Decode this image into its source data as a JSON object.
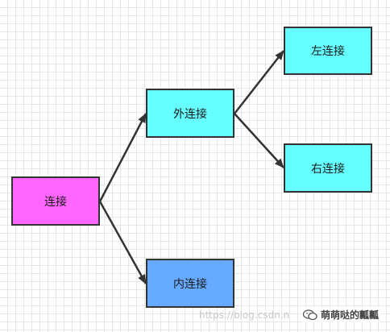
{
  "nodes": {
    "root": {
      "label": "连接",
      "color": "#ff66ff"
    },
    "outer": {
      "label": "外连接",
      "color": "#66ffff"
    },
    "left": {
      "label": "左连接",
      "color": "#66ffff"
    },
    "right": {
      "label": "右连接",
      "color": "#66ffff"
    },
    "inner": {
      "label": "内连接",
      "color": "#66aaff"
    }
  },
  "edges": [
    {
      "from": "root",
      "to": "outer"
    },
    {
      "from": "root",
      "to": "inner"
    },
    {
      "from": "outer",
      "to": "left"
    },
    {
      "from": "outer",
      "to": "right"
    }
  ],
  "watermark": {
    "url": "https://blog.csdn.n",
    "brand": "萌萌哒的瓤瓤",
    "icon": "wechat-icon"
  }
}
